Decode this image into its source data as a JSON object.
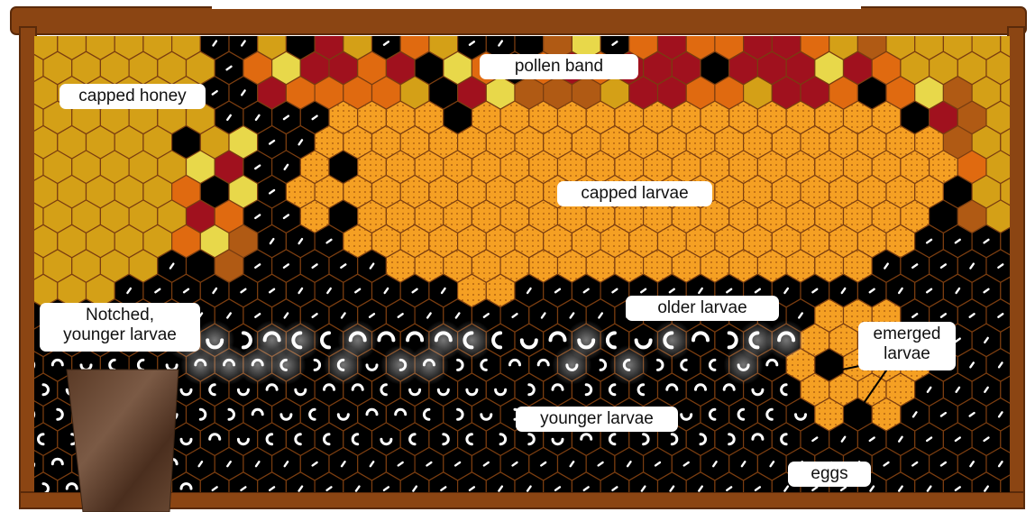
{
  "labels": {
    "pollen_band": "pollen band",
    "capped_honey": "capped honey",
    "capped_larvae": "capped larvae",
    "older_larvae": "older larvae",
    "notched_line1": "Notched,",
    "notched_line2": "younger larvae",
    "emerged_line1": "emerged",
    "emerged_line2": "larvae",
    "younger_larvae": "younger larvae",
    "eggs": "eggs"
  },
  "colors": {
    "frame_wood": "#8b4513",
    "frame_wood_dark": "#5a2a0a",
    "capped_honey": "#d4a017",
    "capped_larvae": "#f5a023",
    "empty_cell": "#000000",
    "pollen_red": "#a0111e",
    "pollen_orange": "#e06a10",
    "pollen_yellow": "#e8d84a",
    "larva_white": "#ffffff",
    "notch_brown": "#5a3a26",
    "cell_border": "#7a3d10"
  }
}
